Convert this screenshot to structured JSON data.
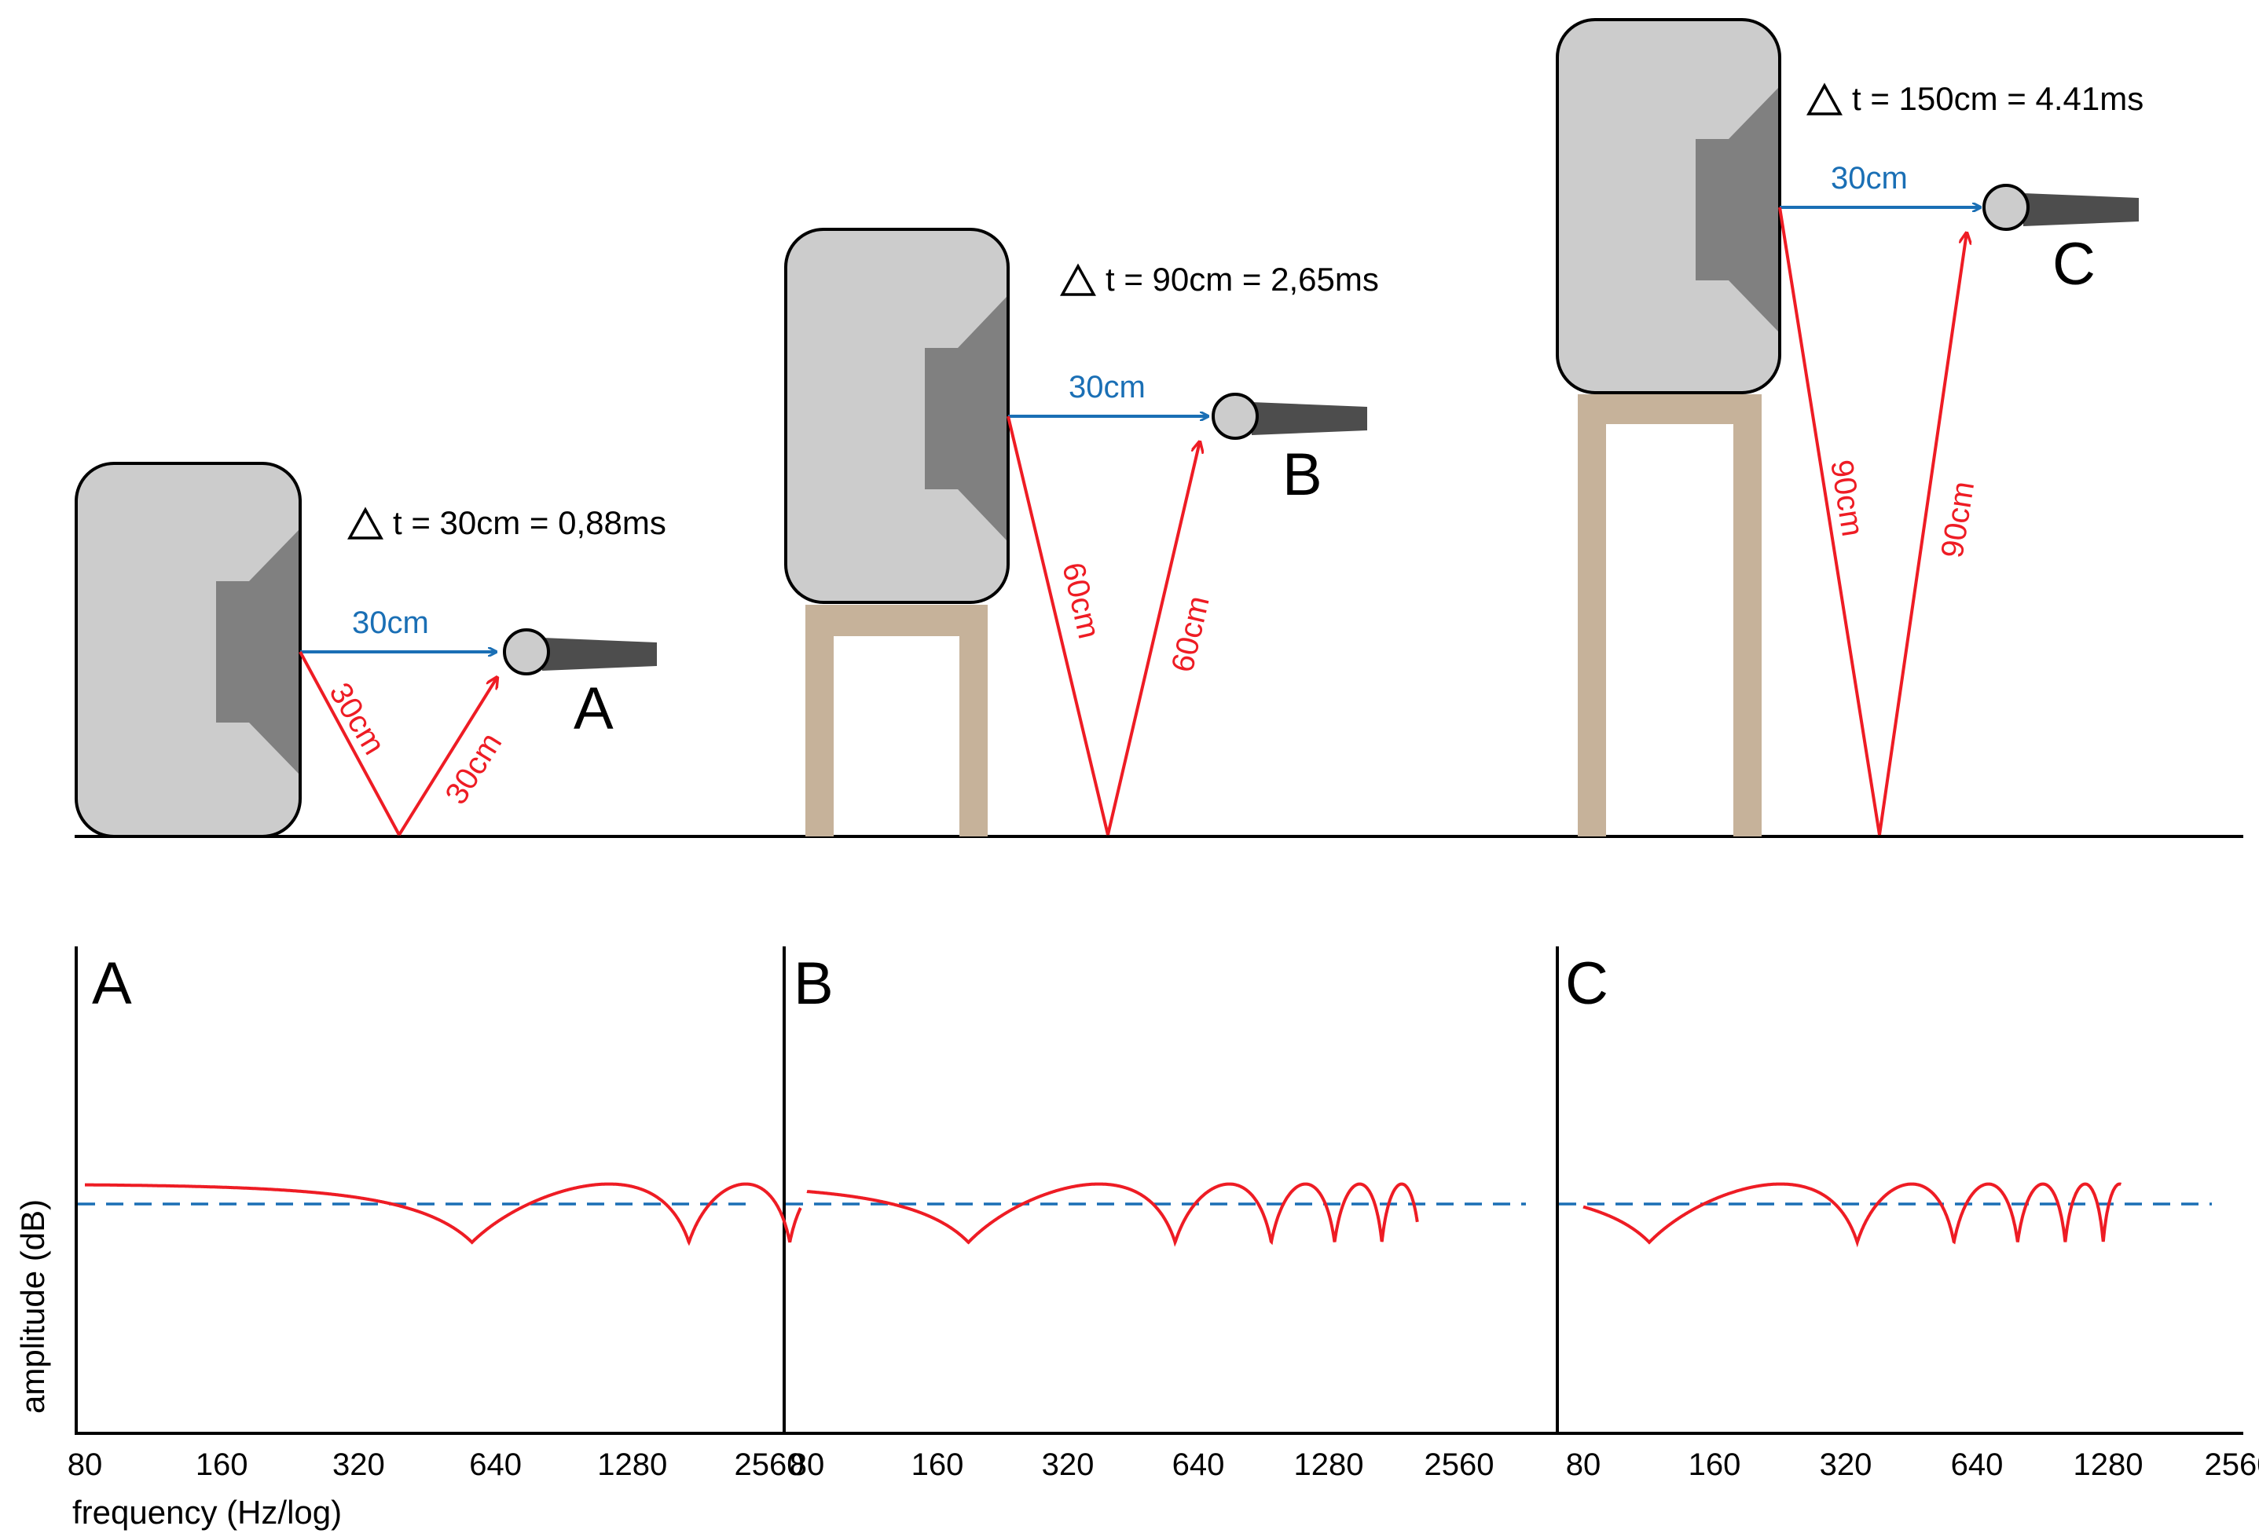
{
  "scenes": [
    {
      "id": "A",
      "letter": "A",
      "delta_label": "t = 30cm = 0,88ms",
      "direct_label": "30cm",
      "down_label": "30cm",
      "up_label": "30cm",
      "stand": false
    },
    {
      "id": "B",
      "letter": "B",
      "delta_label": "t = 90cm = 2,65ms",
      "direct_label": "30cm",
      "down_label": "60cm",
      "up_label": "60cm",
      "stand": true
    },
    {
      "id": "C",
      "letter": "C",
      "delta_label": "t = 150cm = 4.41ms",
      "direct_label": "30cm",
      "down_label": "90cm",
      "up_label": "90cm",
      "stand": true
    }
  ],
  "axis": {
    "ylabel": "amplitude (dB)",
    "xlabel": "frequency (Hz/log)"
  },
  "colors": {
    "speaker_body": "#cccccc",
    "speaker_driver": "#808080",
    "stand": "#c6b29a",
    "direct_path": "#1a6fb5",
    "reflection_path": "#ee1c24",
    "mic_head": "#cccccc",
    "mic_body": "#4d4d4d",
    "reference_line": "#1a6fb5",
    "response_curve": "#ee1c24"
  },
  "chart_data": [
    {
      "type": "line",
      "panel_label": "A",
      "x_scale": "log2",
      "xticks": [
        80,
        160,
        320,
        640,
        1280,
        2560
      ],
      "delay_ms": 0.88,
      "freq_range": [
        80,
        3000
      ],
      "reference_level_db": 0,
      "notch_frequencies": [
        568,
        1705
      ],
      "series": [
        {
          "values_description": "comb-filter response with notches at odd multiples of 1/(2·delay)"
        }
      ]
    },
    {
      "type": "line",
      "panel_label": "B",
      "x_scale": "log2",
      "xticks": [
        80,
        160,
        320,
        640,
        1280,
        2560
      ],
      "delay_ms": 2.65,
      "freq_range": [
        80,
        2050
      ],
      "reference_level_db": 0,
      "notch_frequencies": [
        189,
        566,
        943,
        1321,
        1698
      ],
      "series": [
        {
          "values_description": "comb-filter response"
        }
      ]
    },
    {
      "type": "line",
      "panel_label": "C",
      "x_scale": "log2",
      "xticks": [
        80,
        160,
        320,
        640,
        1280,
        2560
      ],
      "delay_ms": 4.41,
      "freq_range": [
        80,
        1370
      ],
      "reference_level_db": 0,
      "notch_frequencies": [
        113,
        340,
        567,
        794,
        1020,
        1247
      ],
      "series": [
        {
          "values_description": "comb-filter response"
        }
      ]
    }
  ]
}
